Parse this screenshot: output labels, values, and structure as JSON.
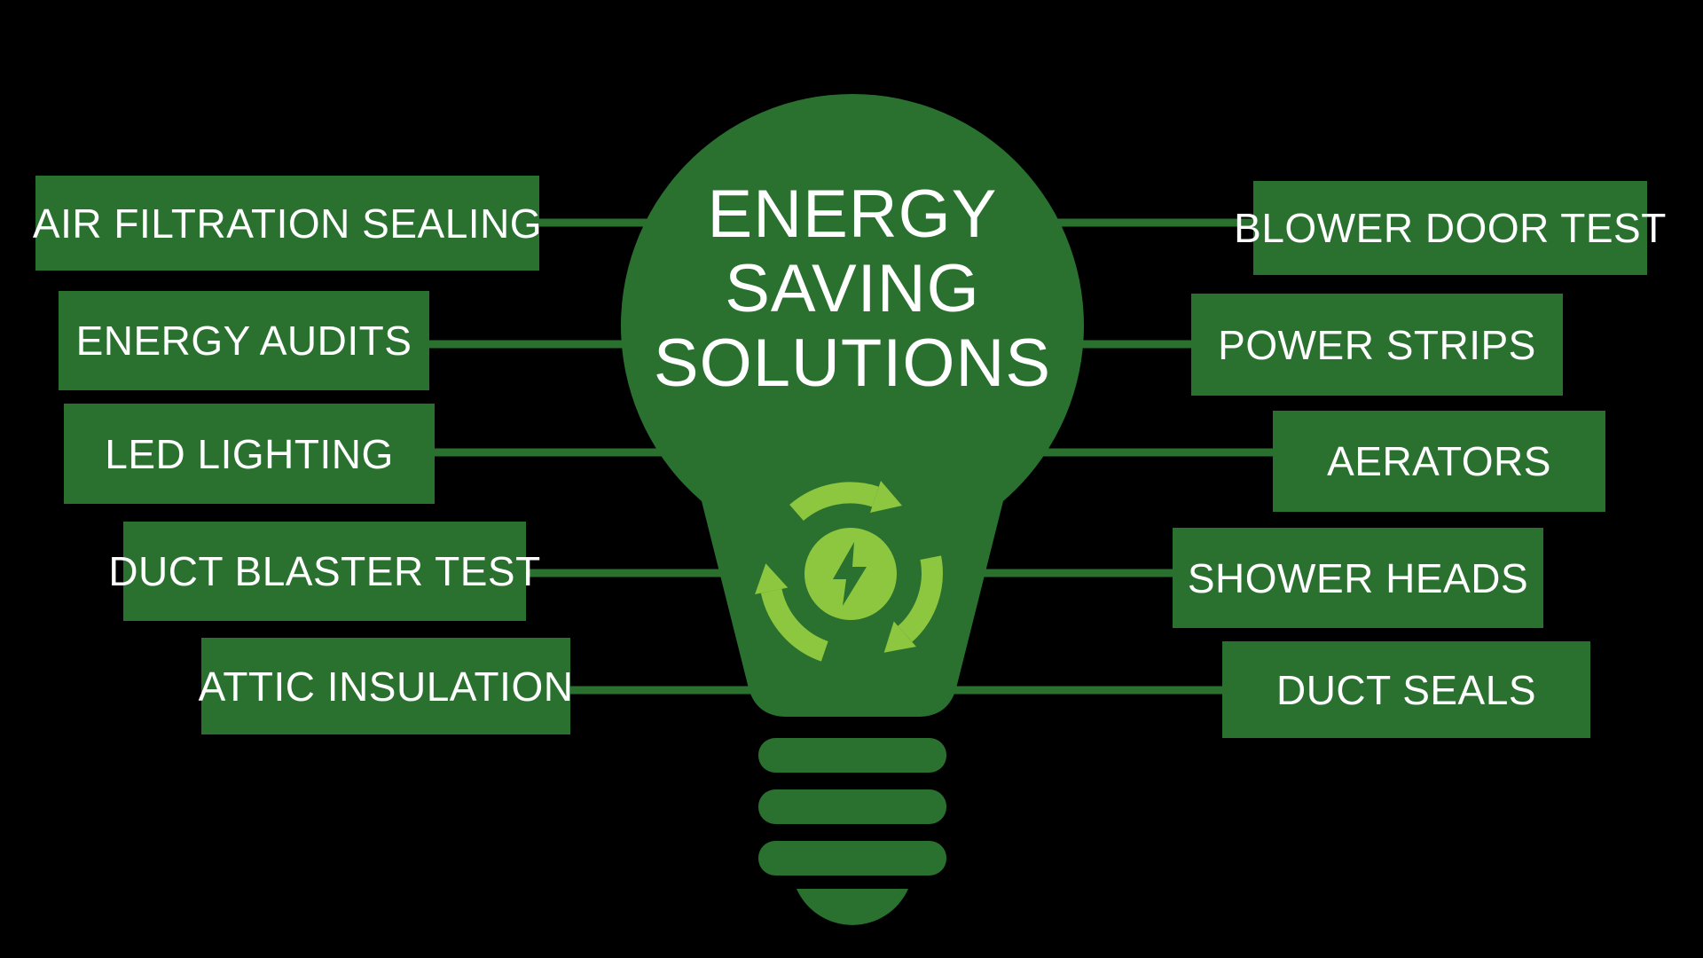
{
  "title": {
    "lines": [
      "ENERGY",
      "SAVING",
      "SOLUTIONS"
    ]
  },
  "left_items": [
    {
      "label": "AIR FILTRATION SEALING"
    },
    {
      "label": "ENERGY AUDITS"
    },
    {
      "label": "LED LIGHTING"
    },
    {
      "label": "DUCT BLASTER TEST"
    },
    {
      "label": "ATTIC INSULATION"
    }
  ],
  "right_items": [
    {
      "label": "BLOWER DOOR TEST"
    },
    {
      "label": "POWER STRIPS"
    },
    {
      "label": "AERATORS"
    },
    {
      "label": "SHOWER HEADS"
    },
    {
      "label": "DUCT SEALS"
    }
  ],
  "icons": {
    "center": "recycle-energy-icon",
    "center_parts": [
      "recycle-arrow-icon",
      "lightning-bolt-icon"
    ]
  },
  "colors": {
    "background": "#000000",
    "green": "#2a7130",
    "light_green": "#8dc63f",
    "text": "#ffffff"
  }
}
